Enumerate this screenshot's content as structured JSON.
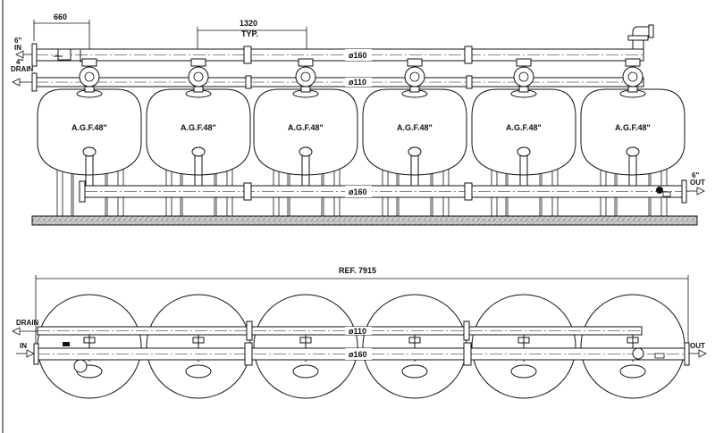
{
  "elevation_view": {
    "dim_offset": "660",
    "dim_spacing": "1320",
    "dim_spacing_note": "TYP.",
    "inlet_size": "6\"",
    "inlet_label": "IN",
    "drain_size": "4\"",
    "drain_label": "DRAIN",
    "outlet_size": "6\"",
    "outlet_label": "OUT",
    "top_pipe": "ø160",
    "mid_pipe": "ø110",
    "bottom_pipe": "ø160",
    "tanks": [
      "A.G.F.48\"",
      "A.G.F.48\"",
      "A.G.F.48\"",
      "A.G.F.48\"",
      "A.G.F.48\"",
      "A.G.F.48\""
    ]
  },
  "plan_view": {
    "overall_dim": "REF. 7915",
    "drain_label": "DRAIN",
    "in_label": "IN",
    "out_label": "OUT",
    "pipe_upper": "ø110",
    "pipe_lower": "ø160",
    "tank_count": 6
  },
  "colors": {
    "line": "#111111",
    "floor": "#bdbdbd",
    "background": "#ffffff"
  }
}
